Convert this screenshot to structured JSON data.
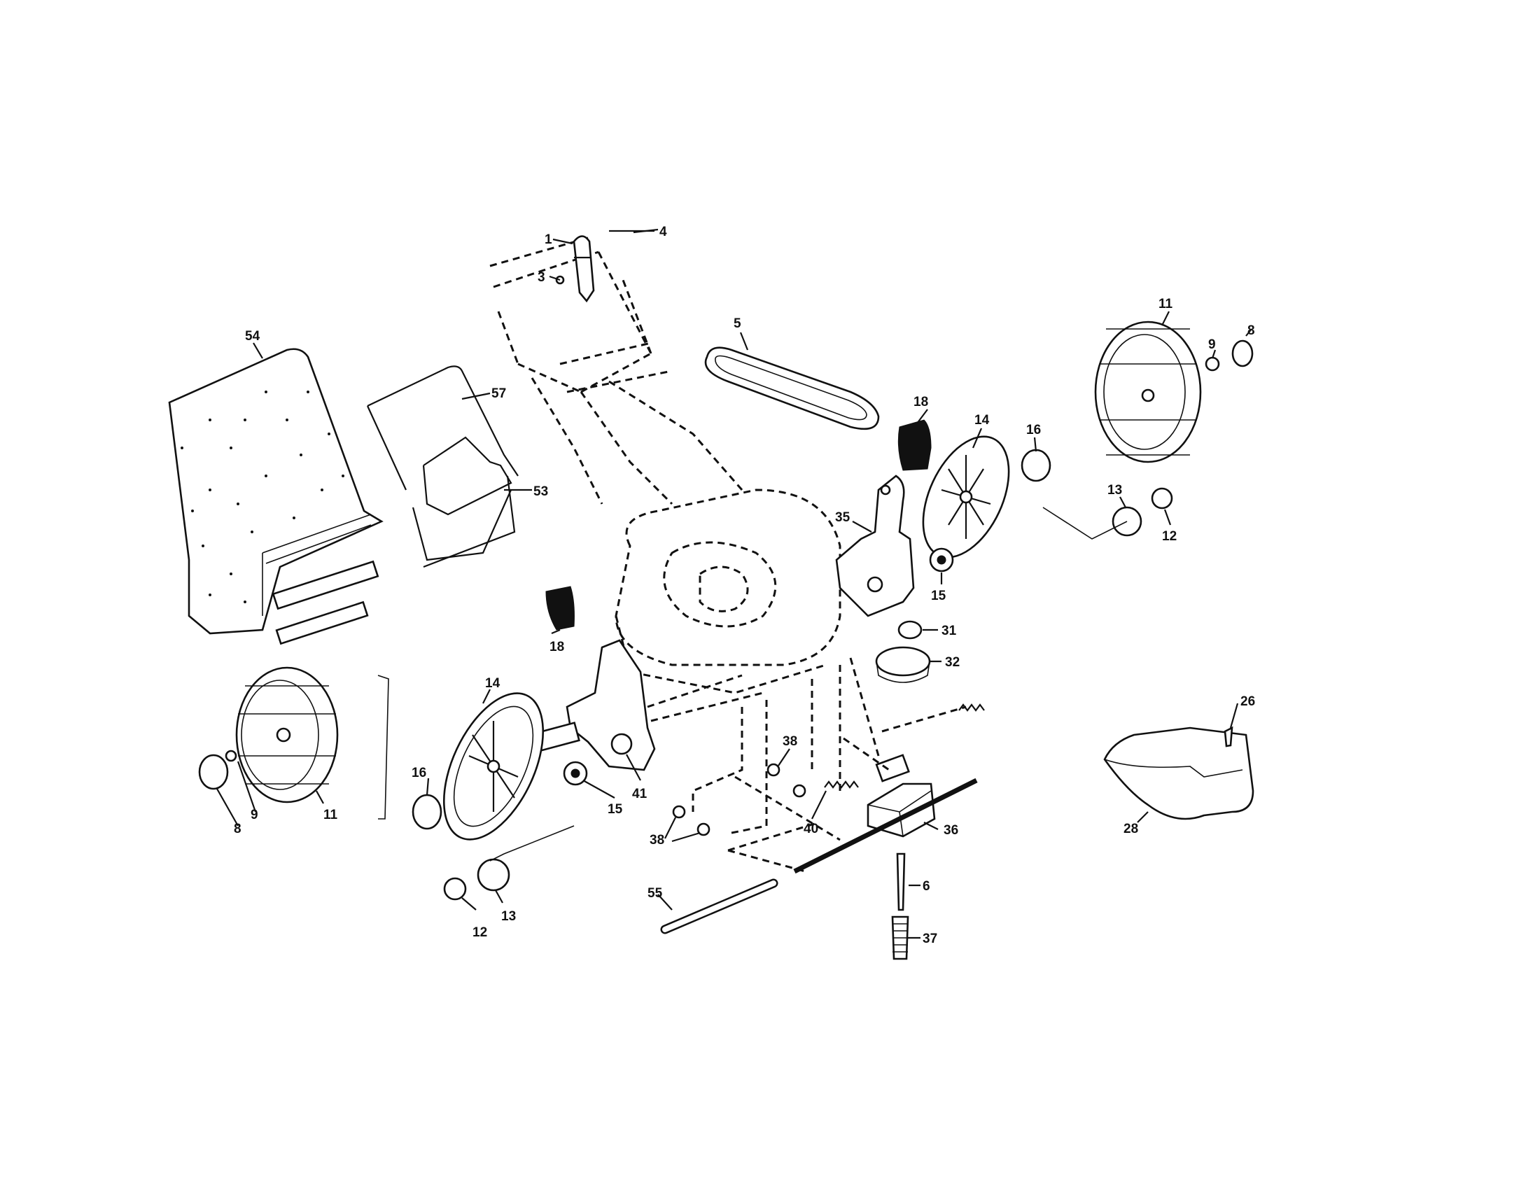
{
  "callouts": {
    "c1": "1",
    "c3": "3",
    "c4": "4",
    "c5": "5",
    "c54": "54",
    "c57": "57",
    "c53": "53",
    "c18a": "18",
    "c18b": "18",
    "c14a": "14",
    "c14b": "14",
    "c16a": "16",
    "c16b": "16",
    "c11a": "11",
    "c11b": "11",
    "c9a": "9",
    "c9b": "9",
    "c8a": "8",
    "c8b": "8",
    "c13a": "13",
    "c13b": "13",
    "c12a": "12",
    "c12b": "12",
    "c35": "35",
    "c15a": "15",
    "c15b": "15",
    "c31": "31",
    "c32": "32",
    "c26": "26",
    "c28": "28",
    "c41": "41",
    "c38a": "38",
    "c38b": "38",
    "c40": "40",
    "c36": "36",
    "c6": "6",
    "c55": "55",
    "c37": "37"
  }
}
